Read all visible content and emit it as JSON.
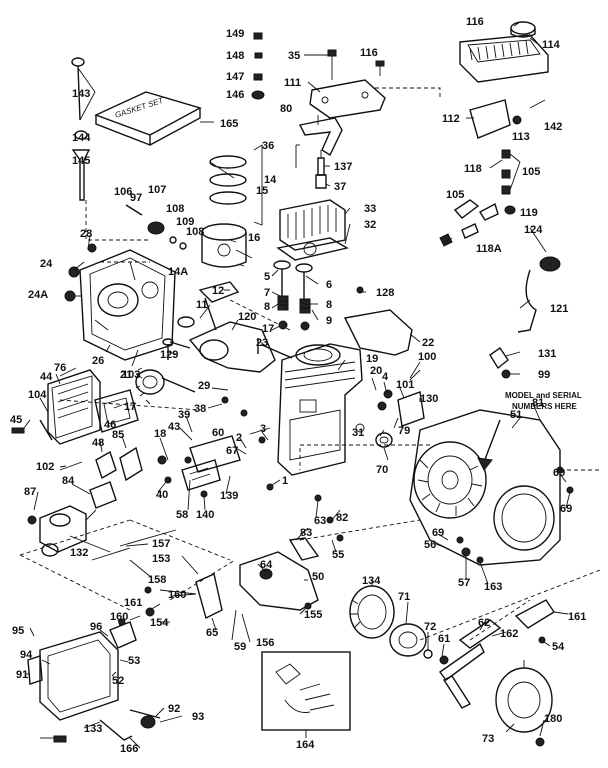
{
  "diagram": {
    "labels": [
      "116",
      "114",
      "149",
      "148",
      "147",
      "146",
      "35",
      "116",
      "111",
      "143",
      "144",
      "145",
      "165",
      "80",
      "112",
      "113",
      "142",
      "36",
      "137",
      "37",
      "118",
      "105",
      "14",
      "15",
      "106",
      "97",
      "107",
      "108",
      "109",
      "108",
      "33",
      "32",
      "105",
      "119",
      "118A",
      "124",
      "28",
      "24",
      "24A",
      "16",
      "14A",
      "5",
      "6",
      "7",
      "8",
      "8",
      "9",
      "17",
      "12",
      "11",
      "120",
      "128",
      "121",
      "22",
      "129",
      "23",
      "26",
      "21",
      "103",
      "76",
      "44",
      "104",
      "45",
      "46",
      "85",
      "48",
      "102",
      "17",
      "29",
      "38",
      "39",
      "43",
      "18",
      "60",
      "2",
      "3",
      "1",
      "19",
      "20",
      "4",
      "31",
      "79",
      "100",
      "101",
      "130",
      "131",
      "99",
      "70",
      "51",
      "81",
      "69",
      "69",
      "87",
      "84",
      "40",
      "58",
      "140",
      "139",
      "67",
      "63",
      "82",
      "83",
      "55",
      "69",
      "56",
      "57",
      "163",
      "132",
      "157",
      "153",
      "158",
      "64",
      "50",
      "160",
      "161",
      "160",
      "154",
      "65",
      "155",
      "156",
      "59",
      "134",
      "71",
      "72",
      "61",
      "62",
      "162",
      "161",
      "54",
      "95",
      "96",
      "94",
      "53",
      "52",
      "91",
      "92",
      "93",
      "133",
      "166",
      "164",
      "73",
      "180"
    ],
    "gasket_text": "GASKET SET",
    "note_lines": [
      "MODEL and SERIAL",
      "NUMBERS HERE"
    ]
  }
}
